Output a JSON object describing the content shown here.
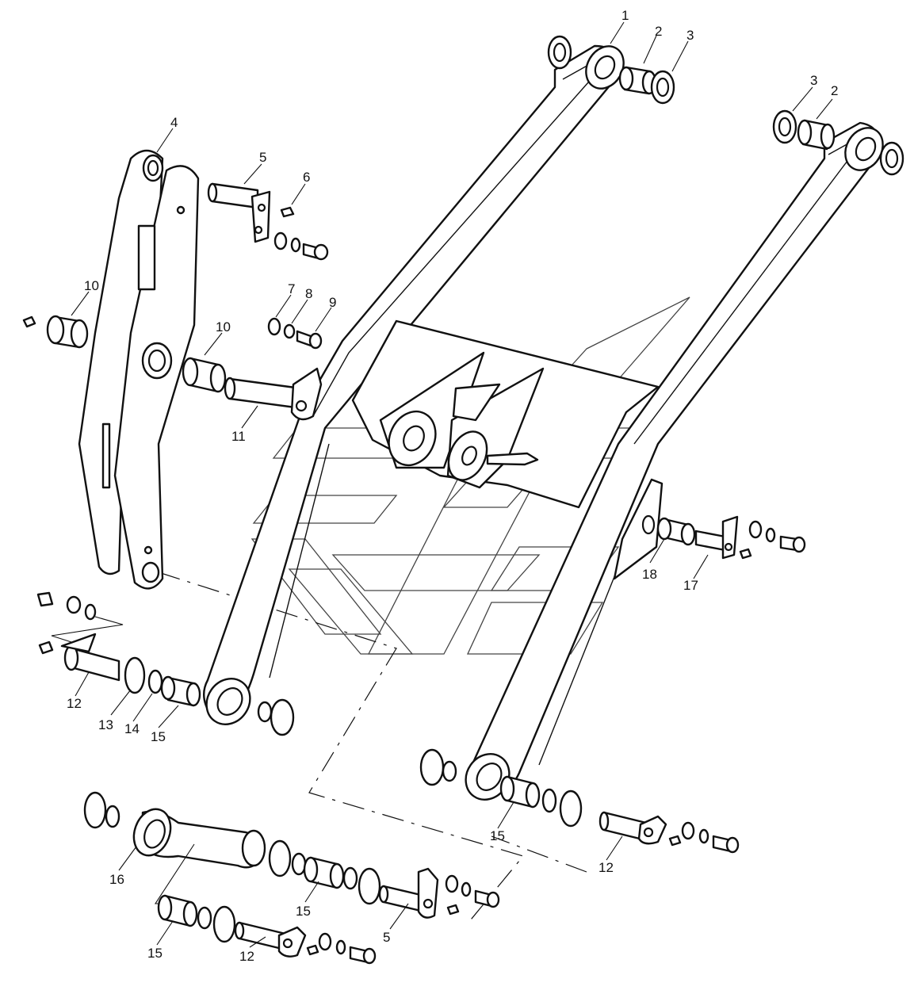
{
  "diagram": {
    "callouts": [
      {
        "id": "c1",
        "label": "1"
      },
      {
        "id": "c2a",
        "label": "2"
      },
      {
        "id": "c3a",
        "label": "3"
      },
      {
        "id": "c3b",
        "label": "3"
      },
      {
        "id": "c2b",
        "label": "2"
      },
      {
        "id": "c4",
        "label": "4"
      },
      {
        "id": "c5a",
        "label": "5"
      },
      {
        "id": "c6",
        "label": "6"
      },
      {
        "id": "c7",
        "label": "7"
      },
      {
        "id": "c8",
        "label": "8"
      },
      {
        "id": "c9",
        "label": "9"
      },
      {
        "id": "c10a",
        "label": "10"
      },
      {
        "id": "c10b",
        "label": "10"
      },
      {
        "id": "c11",
        "label": "11"
      },
      {
        "id": "c18",
        "label": "18"
      },
      {
        "id": "c17",
        "label": "17"
      },
      {
        "id": "c12a",
        "label": "12"
      },
      {
        "id": "c13",
        "label": "13"
      },
      {
        "id": "c14",
        "label": "14"
      },
      {
        "id": "c15a",
        "label": "15"
      },
      {
        "id": "c15b",
        "label": "15"
      },
      {
        "id": "c12b",
        "label": "12"
      },
      {
        "id": "c16",
        "label": "16"
      },
      {
        "id": "c15c",
        "label": "15"
      },
      {
        "id": "c5b",
        "label": "5"
      },
      {
        "id": "c15d",
        "label": "15"
      },
      {
        "id": "c12c",
        "label": "12"
      }
    ]
  }
}
